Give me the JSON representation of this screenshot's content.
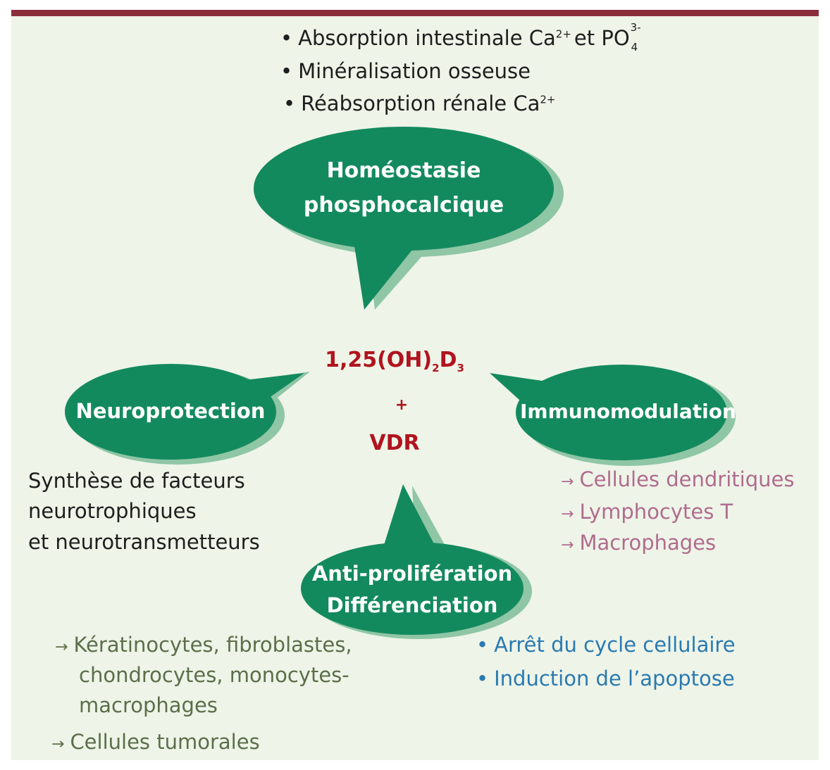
{
  "colors": {
    "top_bar": "#8b2e3c",
    "panel": "#eef4e8",
    "bubble": "#138a5e",
    "bubble_shadow": "#8fc6a6",
    "center_text": "#b0141e",
    "immuno_list": "#b06c8e",
    "anti_prolif_list": "#5c6e4a",
    "cycle_list": "#2a7ab0"
  },
  "top_list": {
    "bullet": "•",
    "item1": {
      "text": "Absorption intestinale Ca",
      "sup1": "2+",
      "mid": "et PO",
      "sup2": "3-",
      "sub2": "4"
    },
    "item2": {
      "text": "Minéralisation osseuse"
    },
    "item3": {
      "text": "Réabsorption rénale Ca",
      "sup": "2+"
    }
  },
  "bubbles": {
    "homeostasie": {
      "line1": "Homéostasie",
      "line2": "phosphocalcique"
    },
    "neuroprotection": {
      "label": "Neuroprotection"
    },
    "immunomodulation": {
      "label": "Immunomodulation"
    },
    "antiprolif": {
      "line1": "Anti-prolifération",
      "line2": "Différenciation"
    }
  },
  "center": {
    "formula_prefix": "1,25(OH)",
    "formula_sub1": "2",
    "formula_mid": "D",
    "formula_sub2": "3",
    "plus": "+",
    "receptor": "VDR"
  },
  "neuro_text": {
    "line1": "Synthèse de facteurs",
    "line2": "neurotrophiques",
    "line3": "et neurotransmetteurs"
  },
  "immuno_list": {
    "arrow": "→",
    "items": [
      "Cellules dendritiques",
      "Lymphocytes T",
      "Macrophages"
    ]
  },
  "antiprolif_list": {
    "arrow": "→",
    "item1": {
      "line1": "Kératinocytes, fibroblastes,",
      "line2": "chondrocytes, monocytes-",
      "line3": "macrophages"
    },
    "item2": "Cellules tumorales"
  },
  "cycle_list": {
    "bullet": "•",
    "items": [
      "Arrêt du cycle cellulaire",
      "Induction de l’apoptose"
    ]
  }
}
